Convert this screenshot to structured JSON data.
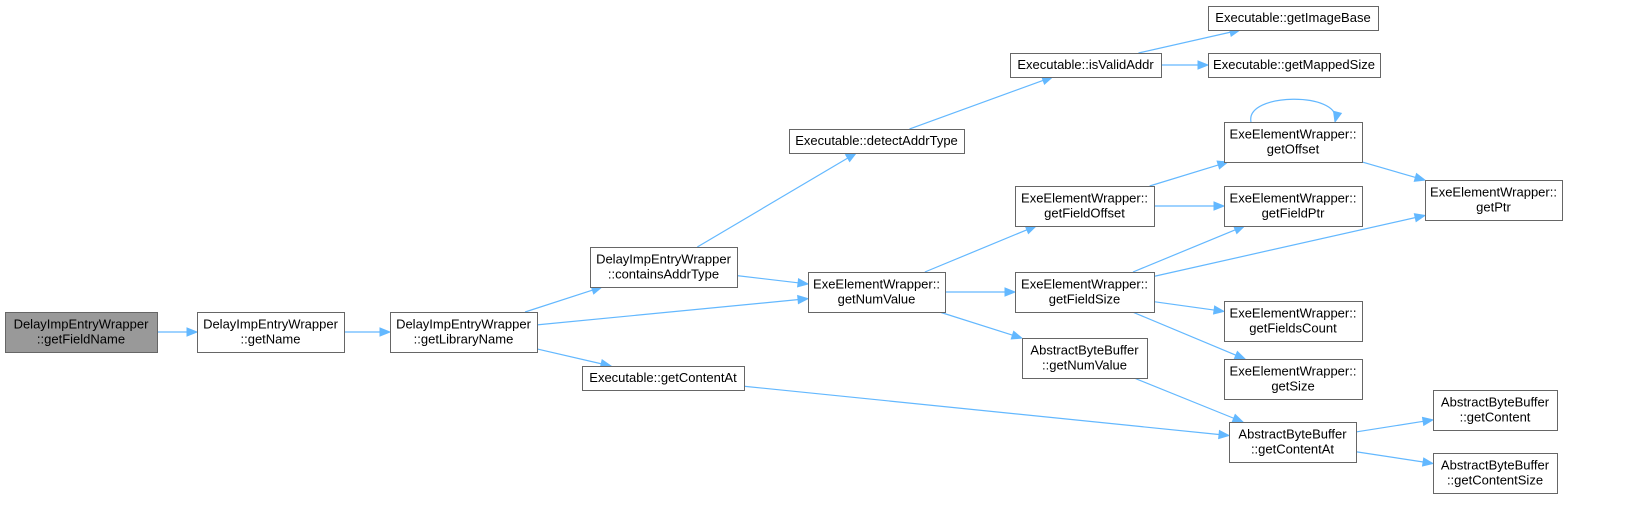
{
  "diagram": {
    "type": "call-graph",
    "colors": {
      "edge": "#63b8ff",
      "node_border": "#666666",
      "root_fill": "#999999",
      "node_fill": "#ffffff"
    },
    "nodes": [
      {
        "id": "n0",
        "lines": [
          "DelayImpEntryWrapper",
          "::getFieldName"
        ],
        "root": true
      },
      {
        "id": "n1",
        "lines": [
          "DelayImpEntryWrapper",
          "::getName"
        ]
      },
      {
        "id": "n2",
        "lines": [
          "DelayImpEntryWrapper",
          "::getLibraryName"
        ]
      },
      {
        "id": "n3",
        "lines": [
          "DelayImpEntryWrapper",
          "::containsAddrType"
        ]
      },
      {
        "id": "n4",
        "lines": [
          "Executable::getContentAt"
        ]
      },
      {
        "id": "n5",
        "lines": [
          "Executable::detectAddrType"
        ]
      },
      {
        "id": "n6",
        "lines": [
          "ExeElementWrapper::",
          "getNumValue"
        ]
      },
      {
        "id": "n7",
        "lines": [
          "Executable::isValidAddr"
        ]
      },
      {
        "id": "n8",
        "lines": [
          "Executable::getImageBase"
        ]
      },
      {
        "id": "n9",
        "lines": [
          "Executable::getMappedSize"
        ]
      },
      {
        "id": "n10",
        "lines": [
          "ExeElementWrapper::",
          "getFieldOffset"
        ]
      },
      {
        "id": "n11",
        "lines": [
          "ExeElementWrapper::",
          "getFieldSize"
        ]
      },
      {
        "id": "n12",
        "lines": [
          "AbstractByteBuffer",
          "::getNumValue"
        ]
      },
      {
        "id": "n13",
        "lines": [
          "ExeElementWrapper::",
          "getOffset"
        ]
      },
      {
        "id": "n14",
        "lines": [
          "ExeElementWrapper::",
          "getFieldPtr"
        ]
      },
      {
        "id": "n15",
        "lines": [
          "ExeElementWrapper::",
          "getFieldsCount"
        ]
      },
      {
        "id": "n16",
        "lines": [
          "ExeElementWrapper::",
          "getSize"
        ]
      },
      {
        "id": "n17",
        "lines": [
          "AbstractByteBuffer",
          "::getContentAt"
        ]
      },
      {
        "id": "n18",
        "lines": [
          "ExeElementWrapper::",
          "getPtr"
        ]
      },
      {
        "id": "n19",
        "lines": [
          "AbstractByteBuffer",
          "::getContent"
        ]
      },
      {
        "id": "n20",
        "lines": [
          "AbstractByteBuffer",
          "::getContentSize"
        ]
      }
    ],
    "edges": [
      {
        "from": "n0",
        "to": "n1"
      },
      {
        "from": "n1",
        "to": "n2"
      },
      {
        "from": "n2",
        "to": "n3"
      },
      {
        "from": "n2",
        "to": "n6"
      },
      {
        "from": "n2",
        "to": "n4"
      },
      {
        "from": "n3",
        "to": "n5"
      },
      {
        "from": "n3",
        "to": "n6"
      },
      {
        "from": "n4",
        "to": "n17"
      },
      {
        "from": "n5",
        "to": "n7"
      },
      {
        "from": "n7",
        "to": "n8"
      },
      {
        "from": "n7",
        "to": "n9"
      },
      {
        "from": "n6",
        "to": "n10"
      },
      {
        "from": "n6",
        "to": "n11"
      },
      {
        "from": "n6",
        "to": "n12"
      },
      {
        "from": "n10",
        "to": "n13"
      },
      {
        "from": "n10",
        "to": "n14"
      },
      {
        "from": "n11",
        "to": "n14"
      },
      {
        "from": "n11",
        "to": "n18"
      },
      {
        "from": "n11",
        "to": "n15"
      },
      {
        "from": "n11",
        "to": "n16"
      },
      {
        "from": "n12",
        "to": "n17"
      },
      {
        "from": "n13",
        "to": "n13"
      },
      {
        "from": "n13",
        "to": "n18"
      },
      {
        "from": "n17",
        "to": "n19"
      },
      {
        "from": "n17",
        "to": "n20"
      }
    ]
  }
}
